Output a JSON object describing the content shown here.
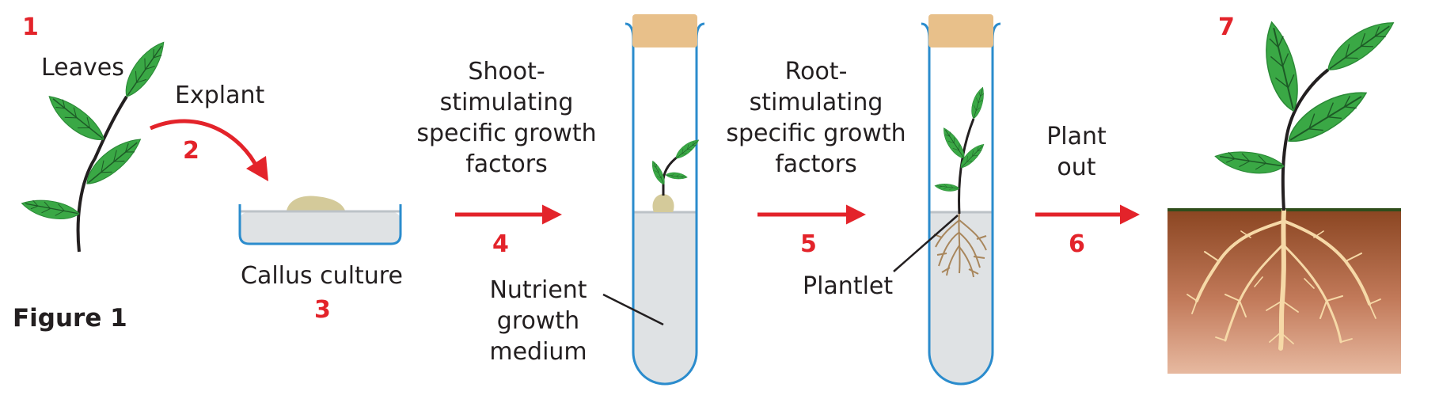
{
  "figure_label": "Figure 1",
  "steps": {
    "s1": "1",
    "s2": "2",
    "s3": "3",
    "s4": "4",
    "s5": "5",
    "s6": "6",
    "s7": "7"
  },
  "labels": {
    "leaves": "Leaves",
    "explant": "Explant",
    "callus_culture": "Callus culture",
    "shoot_factors": [
      "Shoot-",
      "stimulating",
      "specific growth",
      "factors"
    ],
    "root_factors": [
      "Root-",
      "stimulating",
      "specific growth",
      "factors"
    ],
    "nutrient_medium": [
      "Nutrient",
      "growth",
      "medium"
    ],
    "plantlet": "Plantlet",
    "plant_out": [
      "Plant",
      "out"
    ]
  },
  "colors": {
    "accent_red": "#e3232a",
    "leaf_green": "#3aa845",
    "tube_blue": "#2b8ccd",
    "cork": "#e8c08a",
    "medium": "#dfe2e4",
    "callus": "#d4ca9a",
    "soil_top": "#8a4521",
    "soil_bottom": "#e7b9a0",
    "root": "#f6d9a7"
  }
}
